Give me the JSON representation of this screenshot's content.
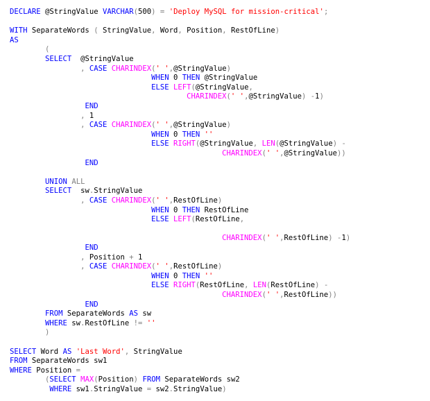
{
  "colors": {
    "keyword": "#0000ff",
    "function": "#ff00ff",
    "string": "#ff0000",
    "operator": "#808080",
    "text": "#000000",
    "background": "#ffffff"
  },
  "lines": [
    [
      [
        "kw",
        "DECLARE"
      ],
      [
        "tx",
        " @StringValue "
      ],
      [
        "kw",
        "VARCHAR"
      ],
      [
        "op",
        "("
      ],
      [
        "tx",
        "500"
      ],
      [
        "op",
        ")"
      ],
      [
        "tx",
        " "
      ],
      [
        "op",
        "="
      ],
      [
        "tx",
        " "
      ],
      [
        "st",
        "'Deploy MySQL for mission-critical'"
      ],
      [
        "op",
        ";"
      ]
    ],
    [],
    [
      [
        "kw",
        "WITH"
      ],
      [
        "tx",
        " SeparateWords "
      ],
      [
        "op",
        "("
      ],
      [
        "tx",
        " StringValue"
      ],
      [
        "op",
        ","
      ],
      [
        "tx",
        " Word"
      ],
      [
        "op",
        ","
      ],
      [
        "tx",
        " Position"
      ],
      [
        "op",
        ","
      ],
      [
        "tx",
        " RestOfLine"
      ],
      [
        "op",
        ")"
      ]
    ],
    [
      [
        "kw",
        "AS"
      ]
    ],
    [
      [
        "tx",
        "        "
      ],
      [
        "op",
        "("
      ]
    ],
    [
      [
        "tx",
        "        "
      ],
      [
        "kw",
        "SELECT"
      ],
      [
        "tx",
        "  @StringValue"
      ]
    ],
    [
      [
        "tx",
        "                "
      ],
      [
        "op",
        ","
      ],
      [
        "tx",
        " "
      ],
      [
        "kw",
        "CASE"
      ],
      [
        "tx",
        " "
      ],
      [
        "fn",
        "CHARINDEX"
      ],
      [
        "op",
        "("
      ],
      [
        "st",
        "' '"
      ],
      [
        "op",
        ","
      ],
      [
        "tx",
        "@StringValue"
      ],
      [
        "op",
        ")"
      ]
    ],
    [
      [
        "tx",
        "                                "
      ],
      [
        "kw",
        "WHEN"
      ],
      [
        "tx",
        " 0 "
      ],
      [
        "kw",
        "THEN"
      ],
      [
        "tx",
        " @StringValue"
      ]
    ],
    [
      [
        "tx",
        "                                "
      ],
      [
        "kw",
        "ELSE"
      ],
      [
        "tx",
        " "
      ],
      [
        "fn",
        "LEFT"
      ],
      [
        "op",
        "("
      ],
      [
        "tx",
        "@StringValue"
      ],
      [
        "op",
        ","
      ]
    ],
    [
      [
        "tx",
        "                                        "
      ],
      [
        "fn",
        "CHARINDEX"
      ],
      [
        "op",
        "("
      ],
      [
        "st",
        "' '"
      ],
      [
        "op",
        ","
      ],
      [
        "tx",
        "@StringValue"
      ],
      [
        "op",
        ")"
      ],
      [
        "tx",
        " "
      ],
      [
        "op",
        "-"
      ],
      [
        "tx",
        "1"
      ],
      [
        "op",
        ")"
      ]
    ],
    [
      [
        "tx",
        "                 "
      ],
      [
        "kw",
        "END"
      ]
    ],
    [
      [
        "tx",
        "                "
      ],
      [
        "op",
        ","
      ],
      [
        "tx",
        " 1"
      ]
    ],
    [
      [
        "tx",
        "                "
      ],
      [
        "op",
        ","
      ],
      [
        "tx",
        " "
      ],
      [
        "kw",
        "CASE"
      ],
      [
        "tx",
        " "
      ],
      [
        "fn",
        "CHARINDEX"
      ],
      [
        "op",
        "("
      ],
      [
        "st",
        "' '"
      ],
      [
        "op",
        ","
      ],
      [
        "tx",
        "@StringValue"
      ],
      [
        "op",
        ")"
      ]
    ],
    [
      [
        "tx",
        "                                "
      ],
      [
        "kw",
        "WHEN"
      ],
      [
        "tx",
        " 0 "
      ],
      [
        "kw",
        "THEN"
      ],
      [
        "tx",
        " "
      ],
      [
        "st",
        "''"
      ]
    ],
    [
      [
        "tx",
        "                                "
      ],
      [
        "kw",
        "ELSE"
      ],
      [
        "tx",
        " "
      ],
      [
        "fn",
        "RIGHT"
      ],
      [
        "op",
        "("
      ],
      [
        "tx",
        "@StringValue"
      ],
      [
        "op",
        ","
      ],
      [
        "tx",
        " "
      ],
      [
        "fn",
        "LEN"
      ],
      [
        "op",
        "("
      ],
      [
        "tx",
        "@StringValue"
      ],
      [
        "op",
        ")"
      ],
      [
        "tx",
        " "
      ],
      [
        "op",
        "-"
      ]
    ],
    [
      [
        "tx",
        "                                                "
      ],
      [
        "fn",
        "CHARINDEX"
      ],
      [
        "op",
        "("
      ],
      [
        "st",
        "' '"
      ],
      [
        "op",
        ","
      ],
      [
        "tx",
        "@StringValue"
      ],
      [
        "op",
        "))"
      ]
    ],
    [
      [
        "tx",
        "                 "
      ],
      [
        "kw",
        "END"
      ]
    ],
    [],
    [
      [
        "tx",
        "        "
      ],
      [
        "kw",
        "UNION"
      ],
      [
        "tx",
        " "
      ],
      [
        "op",
        "ALL"
      ]
    ],
    [
      [
        "tx",
        "        "
      ],
      [
        "kw",
        "SELECT"
      ],
      [
        "tx",
        "  sw"
      ],
      [
        "op",
        "."
      ],
      [
        "tx",
        "StringValue"
      ]
    ],
    [
      [
        "tx",
        "                "
      ],
      [
        "op",
        ","
      ],
      [
        "tx",
        " "
      ],
      [
        "kw",
        "CASE"
      ],
      [
        "tx",
        " "
      ],
      [
        "fn",
        "CHARINDEX"
      ],
      [
        "op",
        "("
      ],
      [
        "st",
        "' '"
      ],
      [
        "op",
        ","
      ],
      [
        "tx",
        "RestOfLine"
      ],
      [
        "op",
        ")"
      ]
    ],
    [
      [
        "tx",
        "                                "
      ],
      [
        "kw",
        "WHEN"
      ],
      [
        "tx",
        " 0 "
      ],
      [
        "kw",
        "THEN"
      ],
      [
        "tx",
        " RestOfLine"
      ]
    ],
    [
      [
        "tx",
        "                                "
      ],
      [
        "kw",
        "ELSE"
      ],
      [
        "tx",
        " "
      ],
      [
        "fn",
        "LEFT"
      ],
      [
        "op",
        "("
      ],
      [
        "tx",
        "RestOfLine"
      ],
      [
        "op",
        ","
      ]
    ],
    [],
    [
      [
        "tx",
        "                                                "
      ],
      [
        "fn",
        "CHARINDEX"
      ],
      [
        "op",
        "("
      ],
      [
        "st",
        "' '"
      ],
      [
        "op",
        ","
      ],
      [
        "tx",
        "RestOfLine"
      ],
      [
        "op",
        ")"
      ],
      [
        "tx",
        " "
      ],
      [
        "op",
        "-"
      ],
      [
        "tx",
        "1"
      ],
      [
        "op",
        ")"
      ]
    ],
    [
      [
        "tx",
        "                 "
      ],
      [
        "kw",
        "END"
      ]
    ],
    [
      [
        "tx",
        "                "
      ],
      [
        "op",
        ","
      ],
      [
        "tx",
        " Position "
      ],
      [
        "op",
        "+"
      ],
      [
        "tx",
        " 1"
      ]
    ],
    [
      [
        "tx",
        "                "
      ],
      [
        "op",
        ","
      ],
      [
        "tx",
        " "
      ],
      [
        "kw",
        "CASE"
      ],
      [
        "tx",
        " "
      ],
      [
        "fn",
        "CHARINDEX"
      ],
      [
        "op",
        "("
      ],
      [
        "st",
        "' '"
      ],
      [
        "op",
        ","
      ],
      [
        "tx",
        "RestOfLine"
      ],
      [
        "op",
        ")"
      ]
    ],
    [
      [
        "tx",
        "                                "
      ],
      [
        "kw",
        "WHEN"
      ],
      [
        "tx",
        " 0 "
      ],
      [
        "kw",
        "THEN"
      ],
      [
        "tx",
        " "
      ],
      [
        "st",
        "''"
      ]
    ],
    [
      [
        "tx",
        "                                "
      ],
      [
        "kw",
        "ELSE"
      ],
      [
        "tx",
        " "
      ],
      [
        "fn",
        "RIGHT"
      ],
      [
        "op",
        "("
      ],
      [
        "tx",
        "RestOfLine"
      ],
      [
        "op",
        ","
      ],
      [
        "tx",
        " "
      ],
      [
        "fn",
        "LEN"
      ],
      [
        "op",
        "("
      ],
      [
        "tx",
        "RestOfLine"
      ],
      [
        "op",
        ")"
      ],
      [
        "tx",
        " "
      ],
      [
        "op",
        "-"
      ]
    ],
    [
      [
        "tx",
        "                                                "
      ],
      [
        "fn",
        "CHARINDEX"
      ],
      [
        "op",
        "("
      ],
      [
        "st",
        "' '"
      ],
      [
        "op",
        ","
      ],
      [
        "tx",
        "RestOfLine"
      ],
      [
        "op",
        "))"
      ]
    ],
    [
      [
        "tx",
        "                 "
      ],
      [
        "kw",
        "END"
      ]
    ],
    [
      [
        "tx",
        "        "
      ],
      [
        "kw",
        "FROM"
      ],
      [
        "tx",
        " SeparateWords "
      ],
      [
        "kw",
        "AS"
      ],
      [
        "tx",
        " sw"
      ]
    ],
    [
      [
        "tx",
        "        "
      ],
      [
        "kw",
        "WHERE"
      ],
      [
        "tx",
        " sw"
      ],
      [
        "op",
        "."
      ],
      [
        "tx",
        "RestOfLine "
      ],
      [
        "op",
        "!="
      ],
      [
        "tx",
        " "
      ],
      [
        "st",
        "''"
      ]
    ],
    [
      [
        "tx",
        "        "
      ],
      [
        "op",
        ")"
      ]
    ],
    [],
    [
      [
        "kw",
        "SELECT"
      ],
      [
        "tx",
        " Word "
      ],
      [
        "kw",
        "AS"
      ],
      [
        "tx",
        " "
      ],
      [
        "st",
        "'Last Word'"
      ],
      [
        "op",
        ","
      ],
      [
        "tx",
        " StringValue"
      ]
    ],
    [
      [
        "kw",
        "FROM"
      ],
      [
        "tx",
        " SeparateWords sw1"
      ]
    ],
    [
      [
        "kw",
        "WHERE"
      ],
      [
        "tx",
        " Position "
      ],
      [
        "op",
        "="
      ]
    ],
    [
      [
        "tx",
        "        "
      ],
      [
        "op",
        "("
      ],
      [
        "kw",
        "SELECT"
      ],
      [
        "tx",
        " "
      ],
      [
        "fn",
        "MAX"
      ],
      [
        "op",
        "("
      ],
      [
        "tx",
        "Position"
      ],
      [
        "op",
        ")"
      ],
      [
        "tx",
        " "
      ],
      [
        "kw",
        "FROM"
      ],
      [
        "tx",
        " SeparateWords sw2"
      ]
    ],
    [
      [
        "tx",
        "         "
      ],
      [
        "kw",
        "WHERE"
      ],
      [
        "tx",
        " sw1"
      ],
      [
        "op",
        "."
      ],
      [
        "tx",
        "StringValue "
      ],
      [
        "op",
        "="
      ],
      [
        "tx",
        " sw2"
      ],
      [
        "op",
        "."
      ],
      [
        "tx",
        "StringValue"
      ],
      [
        "op",
        ")"
      ]
    ]
  ]
}
